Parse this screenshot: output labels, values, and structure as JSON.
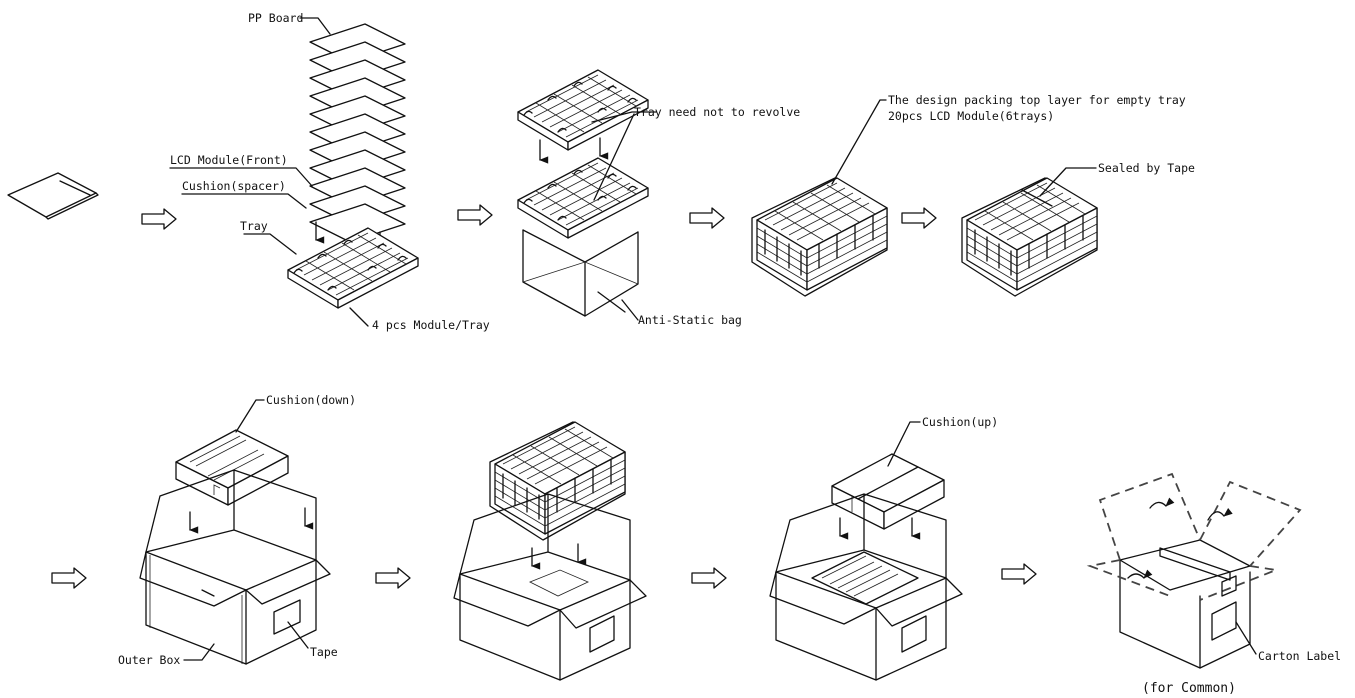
{
  "labels": {
    "pp_board": "PP Board",
    "lcd_module": "LCD Module(Front)",
    "cushion_spacer": "Cushion(spacer)",
    "tray": "Tray",
    "modules_per_tray": "4 pcs Module/Tray",
    "tray_revolve": "Tray need not to revolve",
    "anti_static": "Anti-Static bag",
    "design_line1": "The design packing top layer for empty tray",
    "design_line2": "20pcs LCD Module(6trays)",
    "sealed": "Sealed by Tape",
    "cushion_down": "Cushion(down)",
    "outer_box": "Outer Box",
    "tape": "Tape",
    "cushion_up": "Cushion(up)",
    "carton_label": "Carton Label",
    "for_common": "(for Common)"
  },
  "icons": [
    "step-arrow-icon",
    "down-arrow-icon",
    "tray-icon",
    "carton-box-icon",
    "anti-static-bag-icon",
    "cushion-icon",
    "pp-board-icon"
  ],
  "colors": {
    "line": "#111111",
    "background": "#ffffff"
  }
}
